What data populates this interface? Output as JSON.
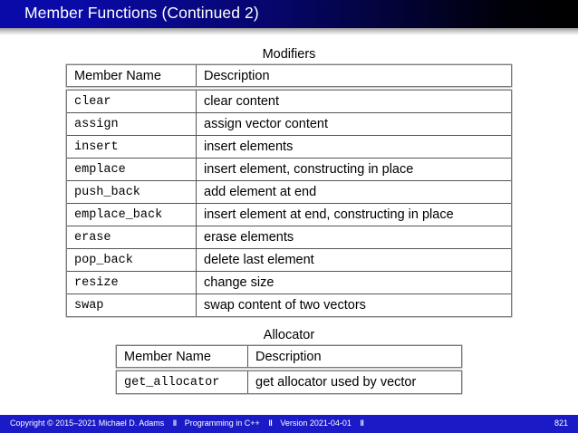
{
  "slide": {
    "title": "Member Functions (Continued 2)",
    "page_number": "821"
  },
  "modifiers_table": {
    "caption": "Modifiers",
    "columns": [
      "Member Name",
      "Description"
    ],
    "rows": [
      {
        "name": "clear",
        "description": "clear content"
      },
      {
        "name": "assign",
        "description": "assign vector content"
      },
      {
        "name": "insert",
        "description": "insert elements"
      },
      {
        "name": "emplace",
        "description": "insert element, constructing in place"
      },
      {
        "name": "push_back",
        "description": "add element at end"
      },
      {
        "name": "emplace_back",
        "description": "insert element at end, constructing in place"
      },
      {
        "name": "erase",
        "description": "erase elements"
      },
      {
        "name": "pop_back",
        "description": "delete last element"
      },
      {
        "name": "resize",
        "description": "change size"
      },
      {
        "name": "swap",
        "description": "swap content of two vectors"
      }
    ]
  },
  "allocator_table": {
    "caption": "Allocator",
    "columns": [
      "Member Name",
      "Description"
    ],
    "rows": [
      {
        "name": "get_allocator",
        "description": "get allocator used by vector"
      }
    ]
  },
  "footer": {
    "copyright": "Copyright © 2015–2021 Michael D. Adams",
    "separator": "‖",
    "course": "Programming in C++",
    "version": "Version 2021-04-01",
    "page_number": "821"
  },
  "colors": {
    "title_bar_start": "#0a0aa8",
    "title_bar_end": "#000000",
    "footer_bar": "#1a1ac6",
    "table_border": "#7a7a7a",
    "mono_text": "#555555"
  }
}
